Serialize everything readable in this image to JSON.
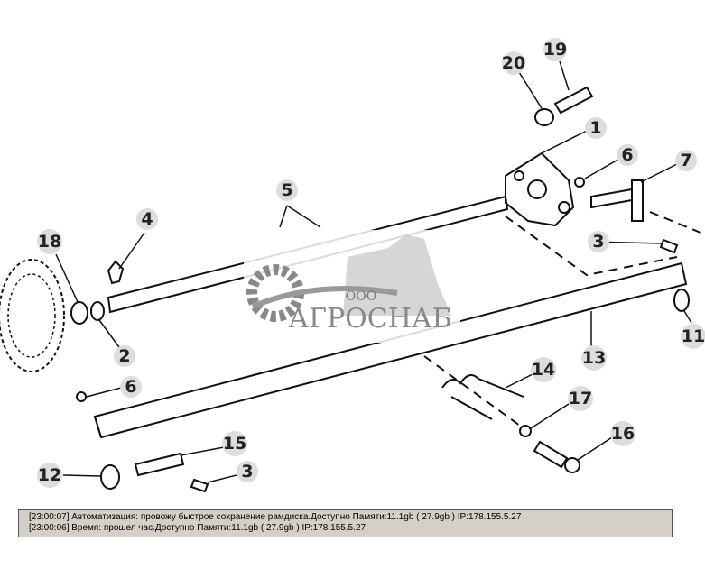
{
  "diagram": {
    "callouts": [
      "20",
      "19",
      "1",
      "6",
      "7",
      "5",
      "4",
      "18",
      "3",
      "11",
      "2",
      "13",
      "14",
      "6",
      "17",
      "16",
      "15",
      "12",
      "3"
    ],
    "watermark": {
      "prefix": "ООО",
      "name": "АГРОСНАБ"
    }
  },
  "log": {
    "lines": [
      "[23:00:07]  Автоматизация: провожу быстрое сохранение рамдиска.Доступно Памяти:11.1gb  ( 27.9gb ) IP:178.155.5.27",
      "[23:00:06]  Время: прошел час.Доступно Памяти:11.1gb  ( 27.9gb ) IP:178.155.5.27"
    ]
  }
}
